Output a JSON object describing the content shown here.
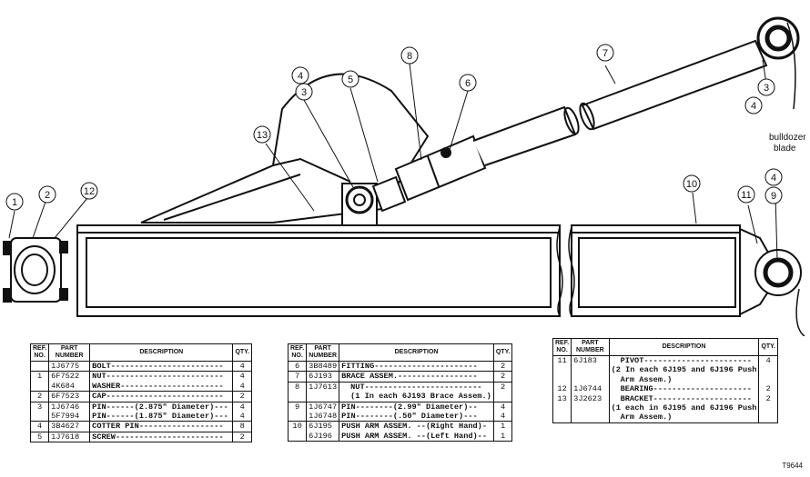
{
  "callouts": [
    "1",
    "2",
    "12",
    "13",
    "4",
    "3",
    "5",
    "8",
    "6",
    "7",
    "3",
    "4",
    "10",
    "11",
    "4",
    "9"
  ],
  "blade_label": [
    "bulldozer",
    "blade"
  ],
  "figure_code": "T9644",
  "table_headers": {
    "ref_no": [
      "REF.",
      "NO."
    ],
    "part_number": [
      "PART",
      "NUMBER"
    ],
    "description": "DESCRIPTION",
    "qty": "QTY."
  },
  "table1": [
    {
      "ref": "",
      "pn": "1J6775",
      "desc": "BOLT------------------------",
      "qty": "4"
    },
    {
      "ref": "1",
      "pn": "6F7522",
      "desc": "NUT-------------------------",
      "qty": "4"
    },
    {
      "ref": "",
      "pn": "4K684",
      "desc": "WASHER----------------------",
      "qty": "4"
    },
    {
      "ref": "2",
      "pn": "6F7523",
      "desc": "CAP-------------------------",
      "qty": "2"
    },
    {
      "ref": "3",
      "pn": "1J6746",
      "desc": "PIN------(2.875\" Diameter)---",
      "qty": "4"
    },
    {
      "ref": "",
      "pn": "5F7994",
      "desc": "PIN------(1.875\" Diameter)---",
      "qty": "4"
    },
    {
      "ref": "4",
      "pn": "3B4627",
      "desc": "COTTER PIN------------------",
      "qty": "8"
    },
    {
      "ref": "5",
      "pn": "1J7618",
      "desc": "SCREW-----------------------",
      "qty": "2"
    }
  ],
  "table2": [
    {
      "ref": "6",
      "pn": "3B8489",
      "desc": "FITTING----------------------",
      "qty": "2"
    },
    {
      "ref": "7",
      "pn": "6J193",
      "desc": "BRACE ASSEM.-----------------",
      "qty": "2"
    },
    {
      "ref": "8",
      "pn": "1J7613",
      "desc": "NUT-------------------------",
      "qty": "2",
      "indent": true
    },
    {
      "ref": "",
      "pn": "",
      "desc": "(1 In each 6J193 Brace Assem.)",
      "qty": "",
      "indent": true
    },
    {
      "ref": "9",
      "pn": "1J6747",
      "desc": "PIN--------(2.99\" Diameter)--",
      "qty": "4"
    },
    {
      "ref": "",
      "pn": "1J6748",
      "desc": "PIN--------(.50\" Diameter)---",
      "qty": "4"
    },
    {
      "ref": "10",
      "pn": "6J195",
      "desc": "PUSH ARM ASSEM. --(Right Hand)-",
      "qty": "1"
    },
    {
      "ref": "",
      "pn": "6J196",
      "desc": "PUSH ARM ASSEM. --(Left Hand)--",
      "qty": "1"
    }
  ],
  "table3": [
    {
      "ref": "11",
      "pn": "6J183",
      "desc": "PIVOT-----------------------",
      "qty": "4",
      "indent": true
    },
    {
      "ref": "",
      "pn": "",
      "desc": "(2 In each 6J195 and 6J196 Push",
      "qty": ""
    },
    {
      "ref": "",
      "pn": "",
      "desc": "Arm Assem.)",
      "qty": "",
      "indent": true
    },
    {
      "ref": "12",
      "pn": "1J6744",
      "desc": "BEARING---------------------",
      "qty": "2",
      "indent": true
    },
    {
      "ref": "13",
      "pn": "3J2623",
      "desc": "BRACKET---------------------",
      "qty": "2",
      "indent": true
    },
    {
      "ref": "",
      "pn": "",
      "desc": "(1 each in 6J195 and 6J196 Push",
      "qty": ""
    },
    {
      "ref": "",
      "pn": "",
      "desc": "Arm Assem.)",
      "qty": "",
      "indent": true
    }
  ]
}
